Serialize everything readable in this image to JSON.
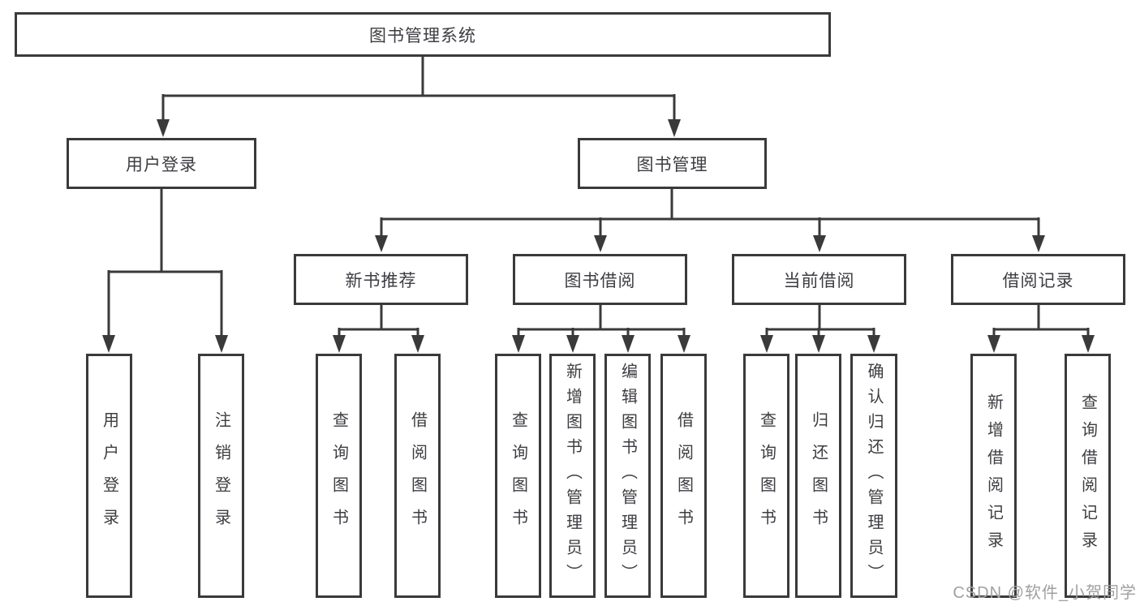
{
  "tree": {
    "label": "图书管理系统",
    "children": [
      {
        "label": "用户登录",
        "children": [
          {
            "label": "用户登录"
          },
          {
            "label": "注销登录"
          }
        ]
      },
      {
        "label": "图书管理",
        "children": [
          {
            "label": "新书推荐",
            "children": [
              {
                "label": "查询图书"
              },
              {
                "label": "借阅图书"
              }
            ]
          },
          {
            "label": "图书借阅",
            "children": [
              {
                "label": "查询图书"
              },
              {
                "label": "新增图书（管理员）"
              },
              {
                "label": "编辑图书（管理员）"
              },
              {
                "label": "借阅图书"
              }
            ]
          },
          {
            "label": "当前借阅",
            "children": [
              {
                "label": "查询图书"
              },
              {
                "label": "归还图书"
              },
              {
                "label": "确认归还（管理员）"
              }
            ]
          },
          {
            "label": "借阅记录",
            "children": [
              {
                "label": "新增借阅记录"
              },
              {
                "label": "查询借阅记录"
              }
            ]
          }
        ]
      }
    ]
  },
  "watermark": {
    "text": "CSDN @软件_小贺同学"
  },
  "colors": {
    "line": "#3a3a3a",
    "text": "#3d3d42",
    "watermark": "#a0a0a0",
    "background": "#ffffff"
  }
}
